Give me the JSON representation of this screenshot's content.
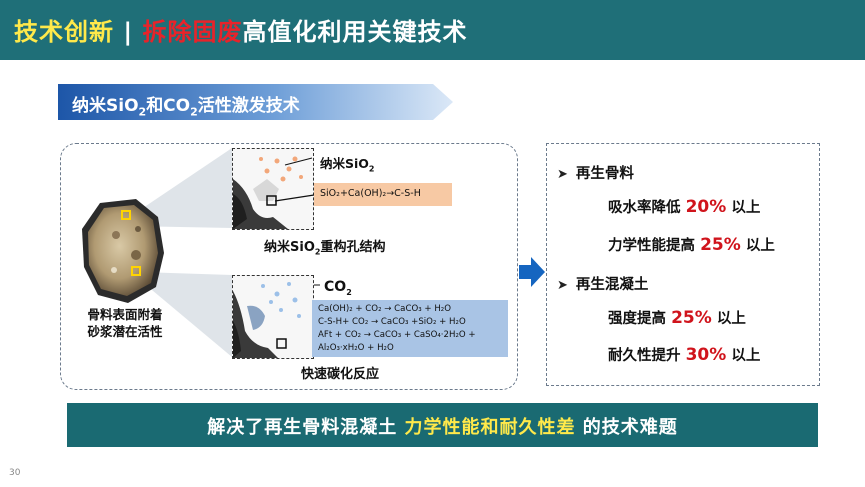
{
  "header": {
    "title_part1": "技术创新",
    "separator": "|",
    "title_part2": "拆除固废",
    "title_part3": "高值化利用关键技术"
  },
  "subtitle": {
    "p1": "纳米SiO",
    "sub1": "2",
    "p2": "和CO",
    "sub2": "2",
    "p3": "活性激发技术"
  },
  "left": {
    "rock_label_line1": "骨料表面附着",
    "rock_label_line2": "砂浆潜在活性",
    "top_panel": {
      "nano_label": "纳米SiO",
      "nano_sub": "2",
      "equation": "SiO₂+Ca(OH)₂→C-S-H",
      "caption_p1": "纳米SiO",
      "caption_sub": "2",
      "caption_p2": "重构孔结构"
    },
    "bottom_panel": {
      "co2_label": "CO",
      "co2_sub": "2",
      "equations": [
        "Ca(OH)₂ + CO₂ → CaCO₃ + H₂O",
        "C-S-H+ CO₂ → CaCO₃ +SiO₂ + H₂O",
        "AFt + CO₂ → CaCO₃ + CaSO₄·2H₂O +",
        "Al₂O₃·xH₂O + H₂O"
      ],
      "caption": "快速碳化反应"
    }
  },
  "right": {
    "group1_title": "再生骨料",
    "item1_text": "吸水率降低",
    "item1_value": "20%",
    "item1_suffix": "以上",
    "item2_text": "力学性能提高",
    "item2_value": "25%",
    "item2_suffix": "以上",
    "group2_title": "再生混凝土",
    "item3_text": "强度提高",
    "item3_value": "25%",
    "item3_suffix": "以上",
    "item4_text": "耐久性提升",
    "item4_value": "30%",
    "item4_suffix": "以上"
  },
  "conclusion": {
    "part1": "解决了再生骨料混凝土",
    "part2": "力学性能和耐久性差",
    "part3": "的技术难题"
  },
  "page_number": "30",
  "colors": {
    "header_bg": "#1f6f78",
    "title_yellow": "#ffe94a",
    "title_red": "#e8232a",
    "value_red": "#d0141c",
    "bottom_bg": "#1a6a72",
    "eq1_bg": "#f7c9a4",
    "eq2_bg": "#a9c4e5",
    "arrow_blue": "#1565c0"
  }
}
